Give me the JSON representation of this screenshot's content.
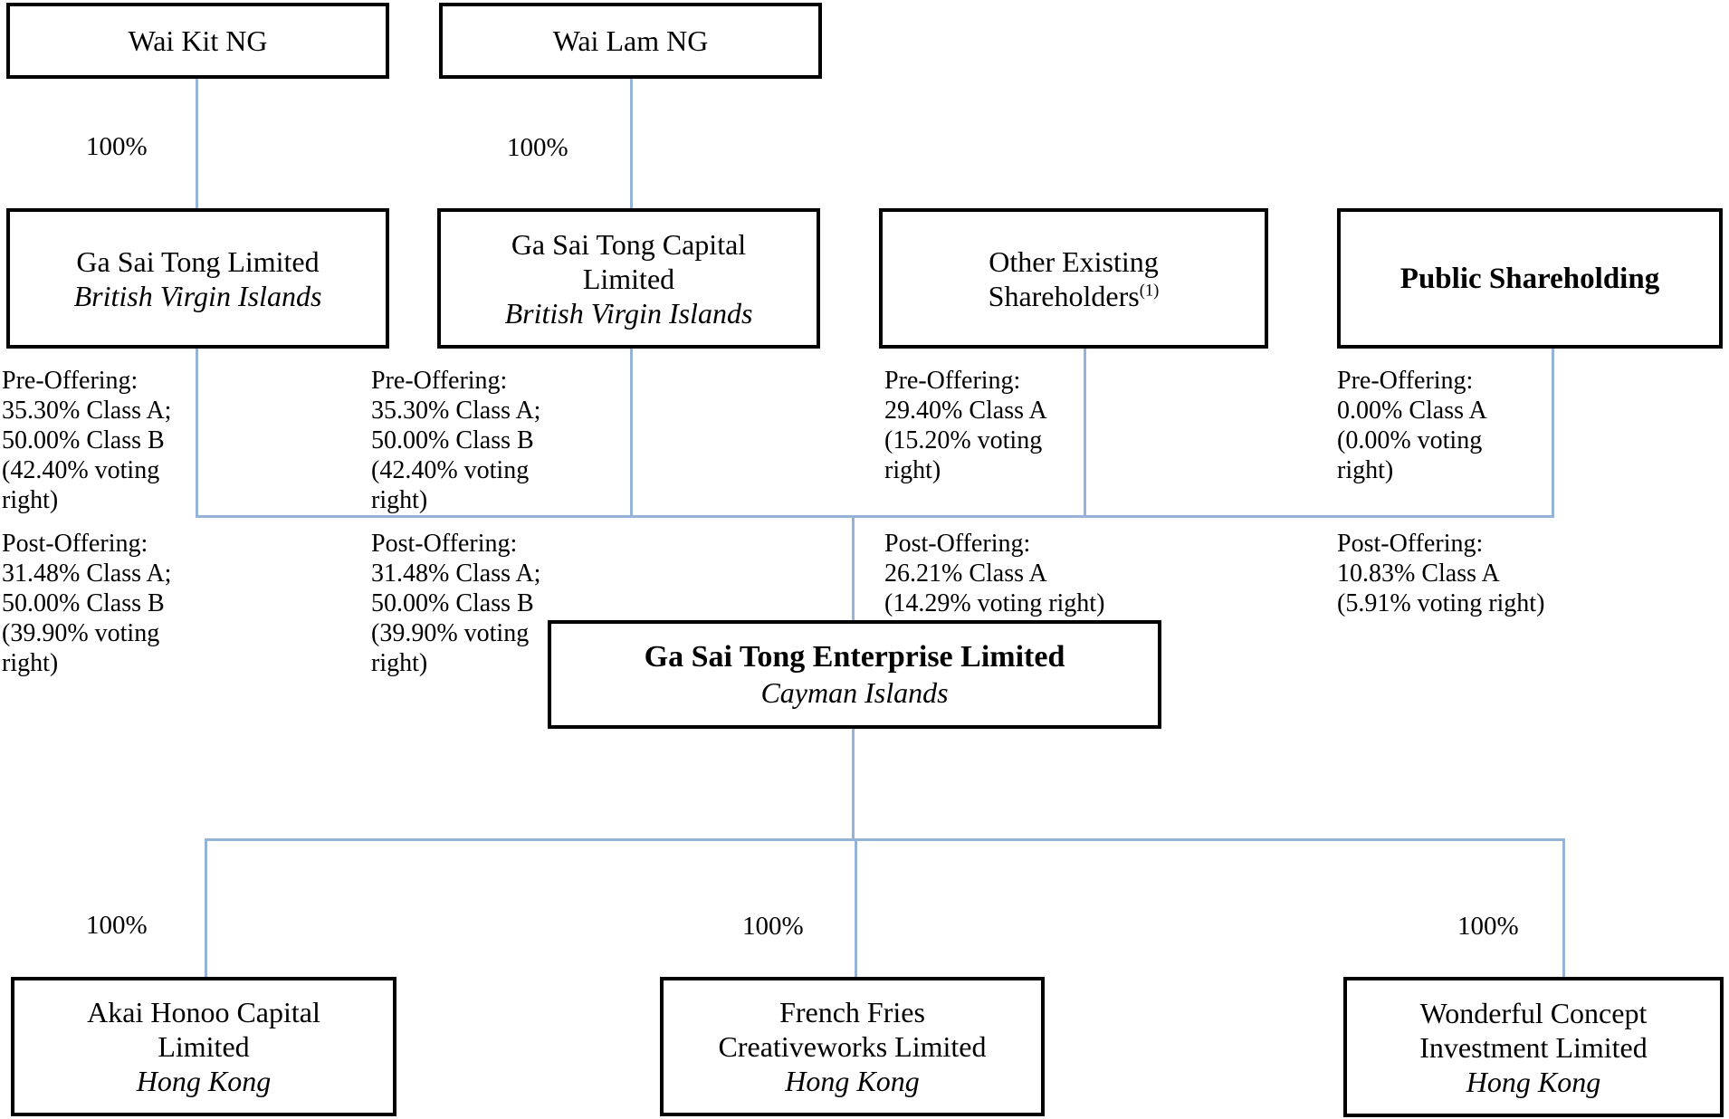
{
  "diagram": {
    "type": "corporate-shareholding-structure",
    "colors": {
      "connector_blue": "#95B3D7",
      "box_border": "#000000",
      "text": "#000000",
      "background": "#FFFFFF"
    },
    "ownership_label": "100%",
    "nodes": {
      "wai_kit": {
        "lines": [
          "Wai Kit NG"
        ]
      },
      "wai_lam": {
        "lines": [
          "Wai Lam NG"
        ]
      },
      "ga_sai_tong_limited": {
        "lines": [
          "Ga Sai Tong Limited"
        ],
        "jurisdiction": "British Virgin Islands"
      },
      "ga_sai_tong_capital": {
        "lines": [
          "Ga Sai Tong Capital",
          "Limited"
        ],
        "jurisdiction": "British Virgin Islands"
      },
      "other_existing_shareholders": {
        "line1": "Other Existing",
        "line2": "Shareholders",
        "footnote": "(1)"
      },
      "public_shareholding": {
        "lines": [
          "Public Shareholding"
        ]
      },
      "enterprise": {
        "name": "Ga Sai Tong Enterprise Limited",
        "jurisdiction": "Cayman Islands"
      },
      "akai_honoo": {
        "lines": [
          "Akai Honoo Capital",
          "Limited"
        ],
        "jurisdiction": "Hong Kong"
      },
      "french_fries": {
        "lines": [
          "French Fries",
          "Creativeworks Limited"
        ],
        "jurisdiction": "Hong Kong"
      },
      "wonderful_concept": {
        "lines": [
          "Wonderful Concept",
          "Investment Limited"
        ],
        "jurisdiction": "Hong Kong"
      }
    },
    "shareholding_notes": {
      "ga_sai_tong_limited": {
        "pre": [
          "Pre-Offering:",
          "35.30% Class A;",
          "50.00% Class B",
          "(42.40% voting",
          "right)"
        ],
        "post": [
          "Post-Offering:",
          "31.48% Class A;",
          "50.00% Class B",
          "(39.90% voting",
          "right)"
        ]
      },
      "ga_sai_tong_capital": {
        "pre": [
          "Pre-Offering:",
          "35.30% Class A;",
          "50.00% Class B",
          "(42.40% voting",
          "right)"
        ],
        "post": [
          "Post-Offering:",
          "31.48% Class A;",
          "50.00% Class B",
          "(39.90% voting",
          "right)"
        ]
      },
      "other_existing_shareholders": {
        "pre": [
          "Pre-Offering:",
          "29.40% Class A",
          "(15.20% voting",
          "right)"
        ],
        "post": [
          "Post-Offering:",
          "26.21% Class A",
          "(14.29% voting right)"
        ]
      },
      "public_shareholding": {
        "pre": [
          "Pre-Offering:",
          "0.00% Class A",
          "(0.00% voting",
          "right)"
        ],
        "post": [
          "Post-Offering:",
          "10.83% Class A",
          "(5.91% voting right)"
        ]
      }
    }
  }
}
